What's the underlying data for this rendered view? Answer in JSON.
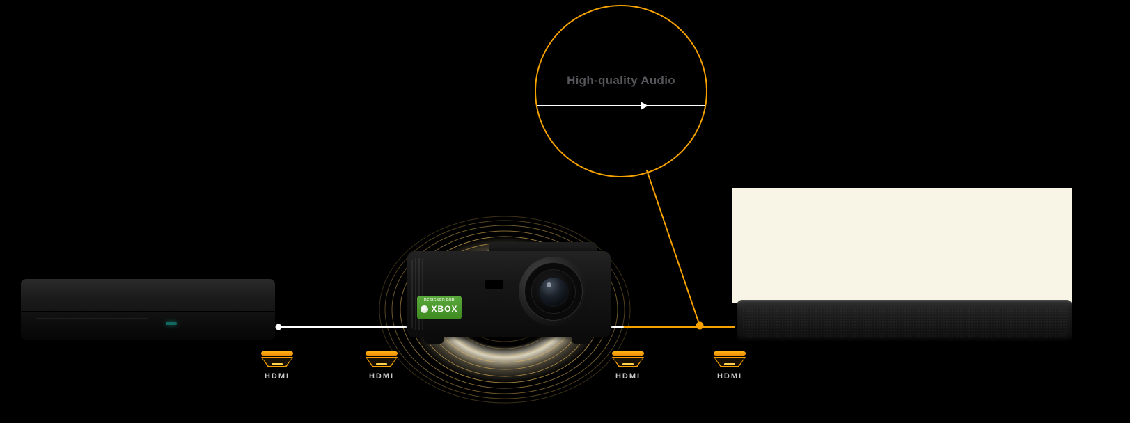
{
  "diagram": {
    "callout": {
      "label": "High-quality Audio"
    },
    "ports": [
      {
        "label": "HDMI"
      },
      {
        "label": "HDMI"
      },
      {
        "label": "HDMI"
      },
      {
        "label": "HDMI"
      }
    ],
    "projector_badge": {
      "line1": "DESIGNED FOR",
      "line2": "XBOX"
    },
    "colors": {
      "accent_orange": "#F5A100",
      "glow_gold": "#EBBE5E",
      "wall_cream": "#F8F4E6",
      "connection_white": "#FFFFFF",
      "background": "#000000"
    }
  }
}
